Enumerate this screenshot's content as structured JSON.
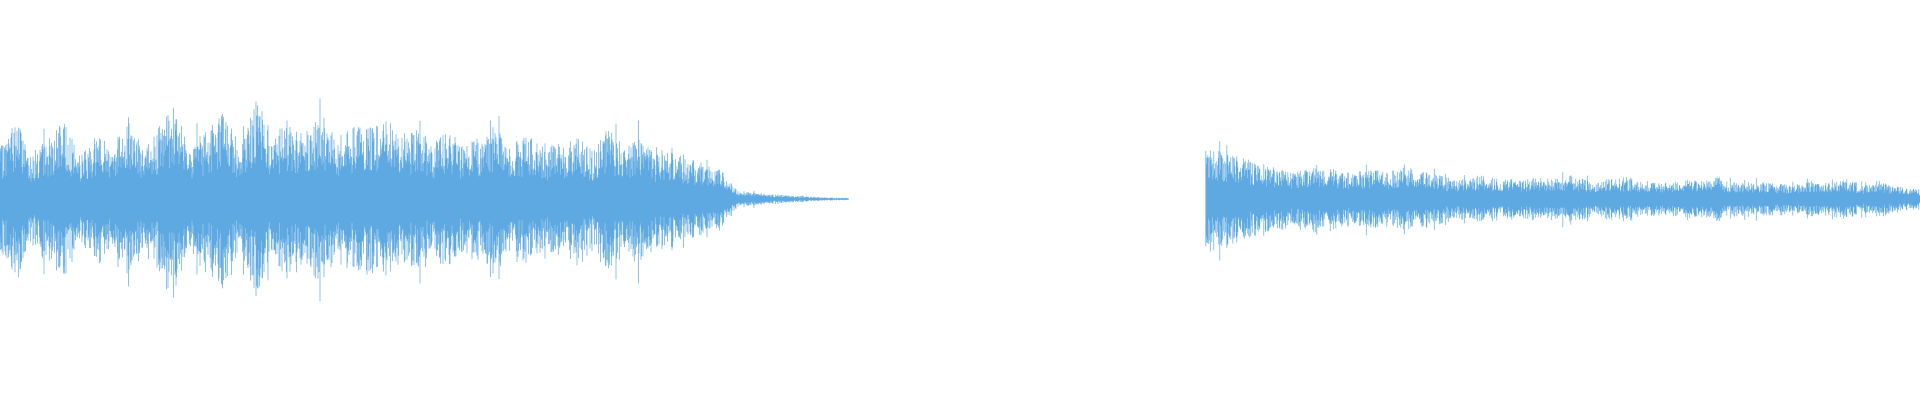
{
  "waveform": {
    "color": "#5ea9e2",
    "background": "#ffffff",
    "segments": [
      {
        "name": "segment-1",
        "start": 0.0,
        "end": 0.442,
        "envelope": [
          0.5,
          0.82,
          0.46,
          0.62,
          0.78,
          0.44,
          0.66,
          0.54,
          0.86,
          0.48,
          0.74,
          0.96,
          0.58,
          0.7,
          0.92,
          0.52,
          0.98,
          0.62,
          0.8,
          0.66,
          0.88,
          0.6,
          0.74,
          0.7,
          0.84,
          0.64,
          0.72,
          0.58,
          0.68,
          0.54,
          0.62,
          0.7,
          0.56,
          0.66,
          0.52,
          0.58,
          0.62,
          0.5,
          0.72,
          0.56,
          0.64,
          0.46,
          0.52,
          0.4,
          0.36,
          0.3,
          0.1,
          0.07,
          0.05,
          0.04,
          0.03,
          0.02,
          0.015,
          0.01
        ]
      },
      {
        "name": "segment-2",
        "start": 0.628,
        "end": 1.0,
        "envelope": [
          0.52,
          0.48,
          0.42,
          0.36,
          0.3,
          0.28,
          0.32,
          0.3,
          0.26,
          0.3,
          0.28,
          0.32,
          0.3,
          0.22,
          0.2,
          0.24,
          0.2,
          0.18,
          0.22,
          0.2,
          0.24,
          0.18,
          0.2,
          0.22,
          0.18,
          0.16,
          0.2,
          0.18,
          0.22,
          0.16,
          0.18,
          0.16,
          0.14,
          0.18,
          0.16,
          0.2,
          0.14,
          0.16,
          0.12,
          0.1
        ]
      }
    ]
  }
}
